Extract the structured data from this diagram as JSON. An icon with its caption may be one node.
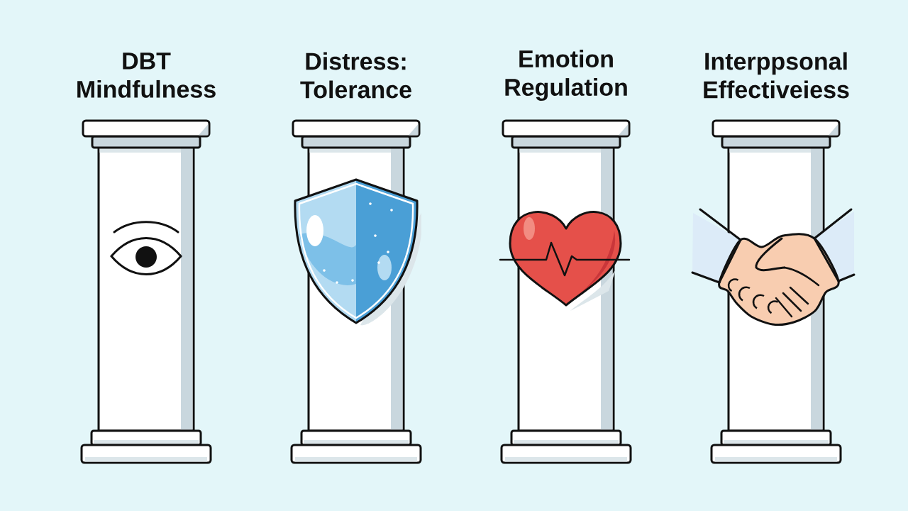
{
  "diagram": {
    "nodes": [
      {
        "text": [
          "DBT Mindfulness"
        ]
      },
      {
        "text": [
          "Distress: Tolerance"
        ]
      },
      {
        "text": [
          "Emotion Regulation"
        ]
      },
      {
        "text": [
          "Interppsonal Effectiveiess"
        ]
      }
    ]
  }
}
